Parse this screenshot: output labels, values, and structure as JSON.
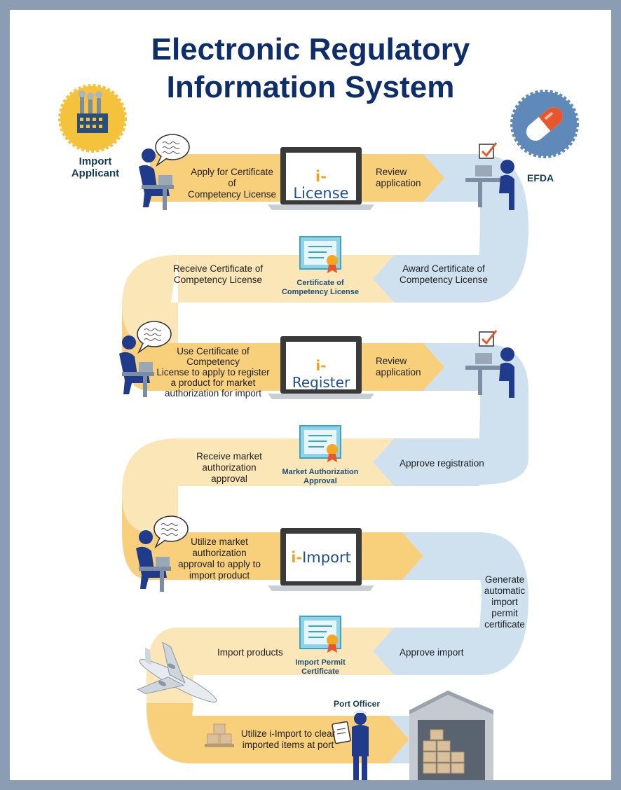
{
  "title": {
    "line1": "Electronic Regulatory",
    "line2": "Information System"
  },
  "actors": {
    "applicant": "Import\nApplicant",
    "efda": "EFDA",
    "port_officer": "Port Officer"
  },
  "systems": {
    "ilicense": {
      "prefix": "i-",
      "name": "License"
    },
    "iregister": {
      "prefix": "i-",
      "name": "Register"
    },
    "iimport": {
      "prefix": "i-",
      "name": "Import"
    }
  },
  "steps": {
    "s1_apply": "Apply for Certificate of\nCompetency License",
    "s1_review": "Review\napplication",
    "s2_award": "Award Certificate of\nCompetency License",
    "s2_receive": "Receive Certificate of\nCompetency License",
    "s3_use": "Use Certificate of Competency\nLicense to apply to register\na product for market\nauthorization for import",
    "s3_review": "Review\napplication",
    "s4_approve": "Approve registration",
    "s4_receive": "Receive market\nauthorization approval",
    "s5_utilize": "Utilize market authorization\napproval to apply to\nimport product",
    "s5_generate": "Generate\nautomatic\nimport\npermit\ncertificate",
    "s6_approve": "Approve import",
    "s6_import": "Import products",
    "s7_clear": "Utilize i-Import to clear\nimported items at port"
  },
  "documents": {
    "coc": "Certificate of\nCompetency License",
    "maa": "Market Authorization\nApproval",
    "ipc": "Import Permit\nCertificate"
  },
  "icons": [
    "factory-icon",
    "pill-icon",
    "laptop-icon",
    "certificate-icon",
    "checkbox-icon",
    "speech-bubble-icon",
    "airplane-icon",
    "warehouse-icon",
    "boxes-icon",
    "clipboard-icon"
  ],
  "colors": {
    "applicant_path": "#f8cf7b",
    "applicant_path_light": "#fbe6b8",
    "efda_path": "#cfe0ef",
    "person": "#203a8c",
    "title": "#0e2d6b",
    "frame": "#8a9db2"
  }
}
